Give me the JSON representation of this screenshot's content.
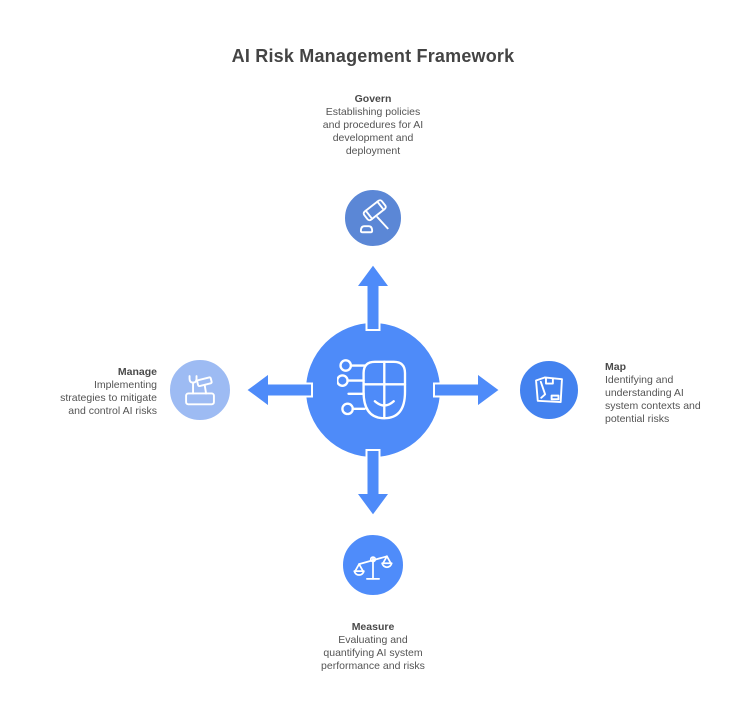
{
  "title": "AI Risk Management Framework",
  "colors": {
    "hub": "#4e8bf9",
    "arrow": "#4e8bf9",
    "govern_circle": "#5b87d6",
    "map_circle": "#4382ef",
    "measure_circle": "#4f8cfa",
    "manage_circle": "#9dbbf3",
    "icon_stroke": "#ffffff",
    "title_text": "#444444",
    "label_text": "#4a4a4a",
    "body_text": "#545454"
  },
  "center": {
    "icon": "ai-face-icon"
  },
  "nodes": {
    "govern": {
      "label": "Govern",
      "description": "Establishing policies\nand procedures for AI\ndevelopment and\ndeployment",
      "icon": "gavel-icon"
    },
    "map": {
      "label": "Map",
      "description": "Identifying and\nunderstanding AI\nsystem contexts and\npotential risks",
      "icon": "map-icon"
    },
    "measure": {
      "label": "Measure",
      "description": "Evaluating and\nquantifying AI system\nperformance and risks",
      "icon": "balance-scale-icon"
    },
    "manage": {
      "label": "Manage",
      "description": "Implementing\nstrategies to mitigate\nand control AI risks",
      "icon": "toolbox-icon"
    }
  }
}
